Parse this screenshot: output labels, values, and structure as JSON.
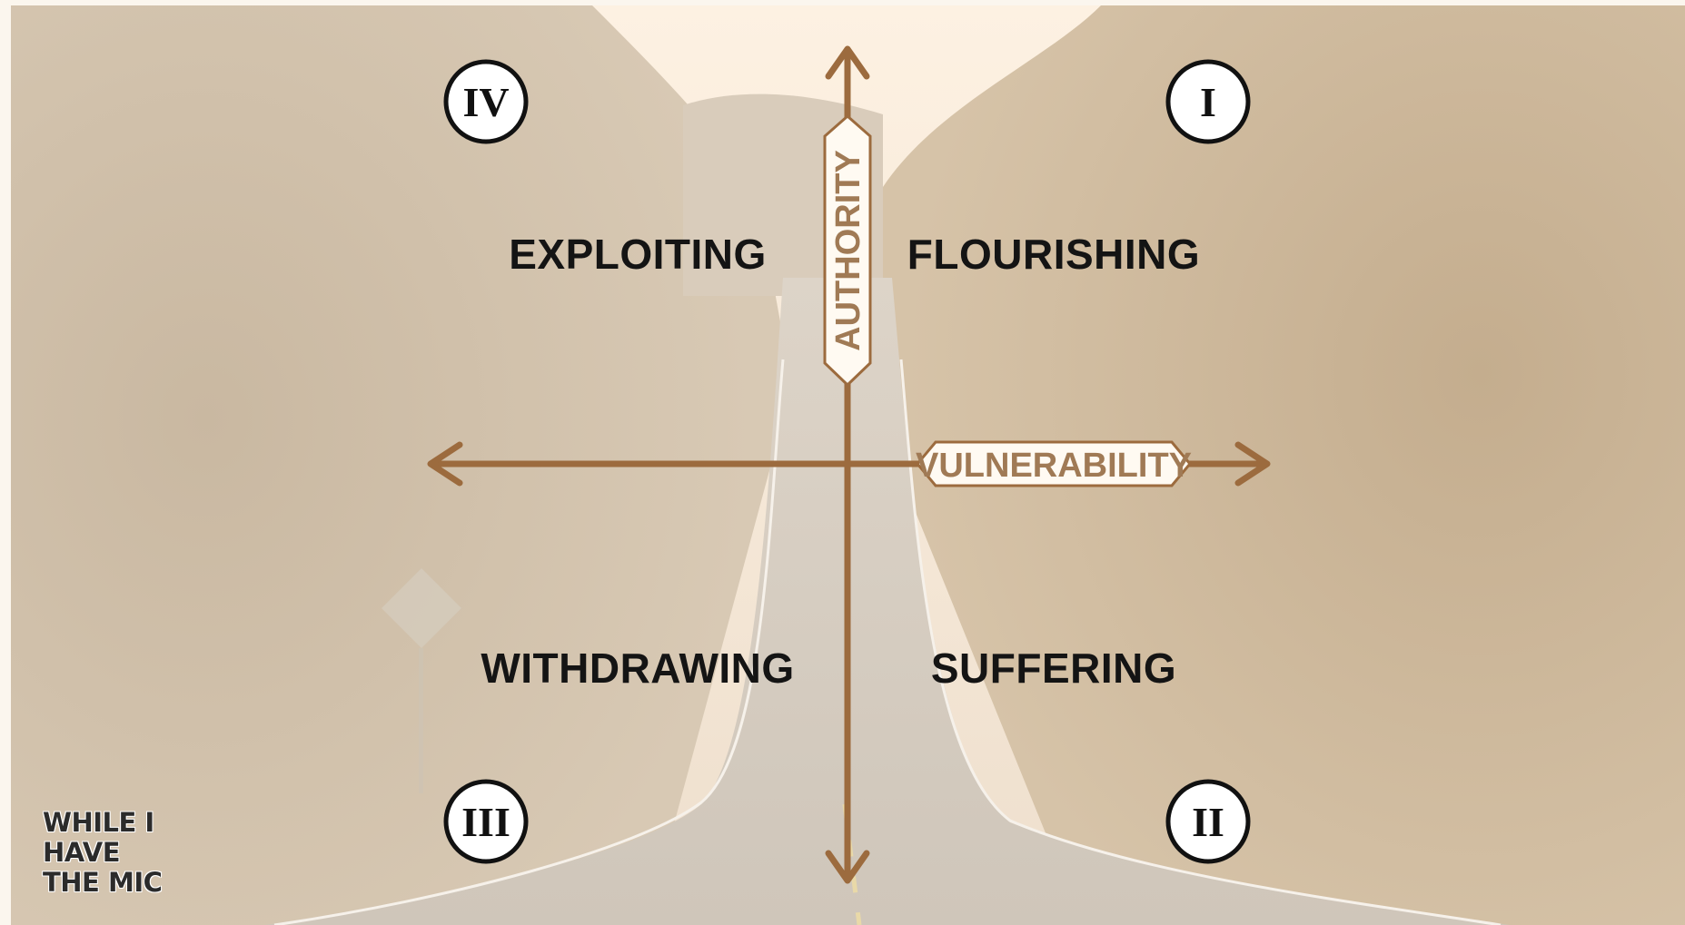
{
  "quadrants": {
    "top_left": {
      "numeral": "IV",
      "label": "EXPLOITING"
    },
    "top_right": {
      "numeral": "I",
      "label": "FLOURISHING"
    },
    "bottom_left": {
      "numeral": "III",
      "label": "WITHDRAWING"
    },
    "bottom_right": {
      "numeral": "II",
      "label": "SUFFERING"
    }
  },
  "axes": {
    "vertical": {
      "label": "AUTHORITY"
    },
    "horizontal": {
      "label": "VULNERABILITY"
    }
  },
  "brand": {
    "lines": [
      "WHILE I",
      "HAVE",
      "THE MIC"
    ]
  },
  "colors": {
    "axis": "#9c6b3e",
    "axis_label_text": "#a07a55",
    "label_text": "#141414",
    "background": "#e6dccd"
  }
}
